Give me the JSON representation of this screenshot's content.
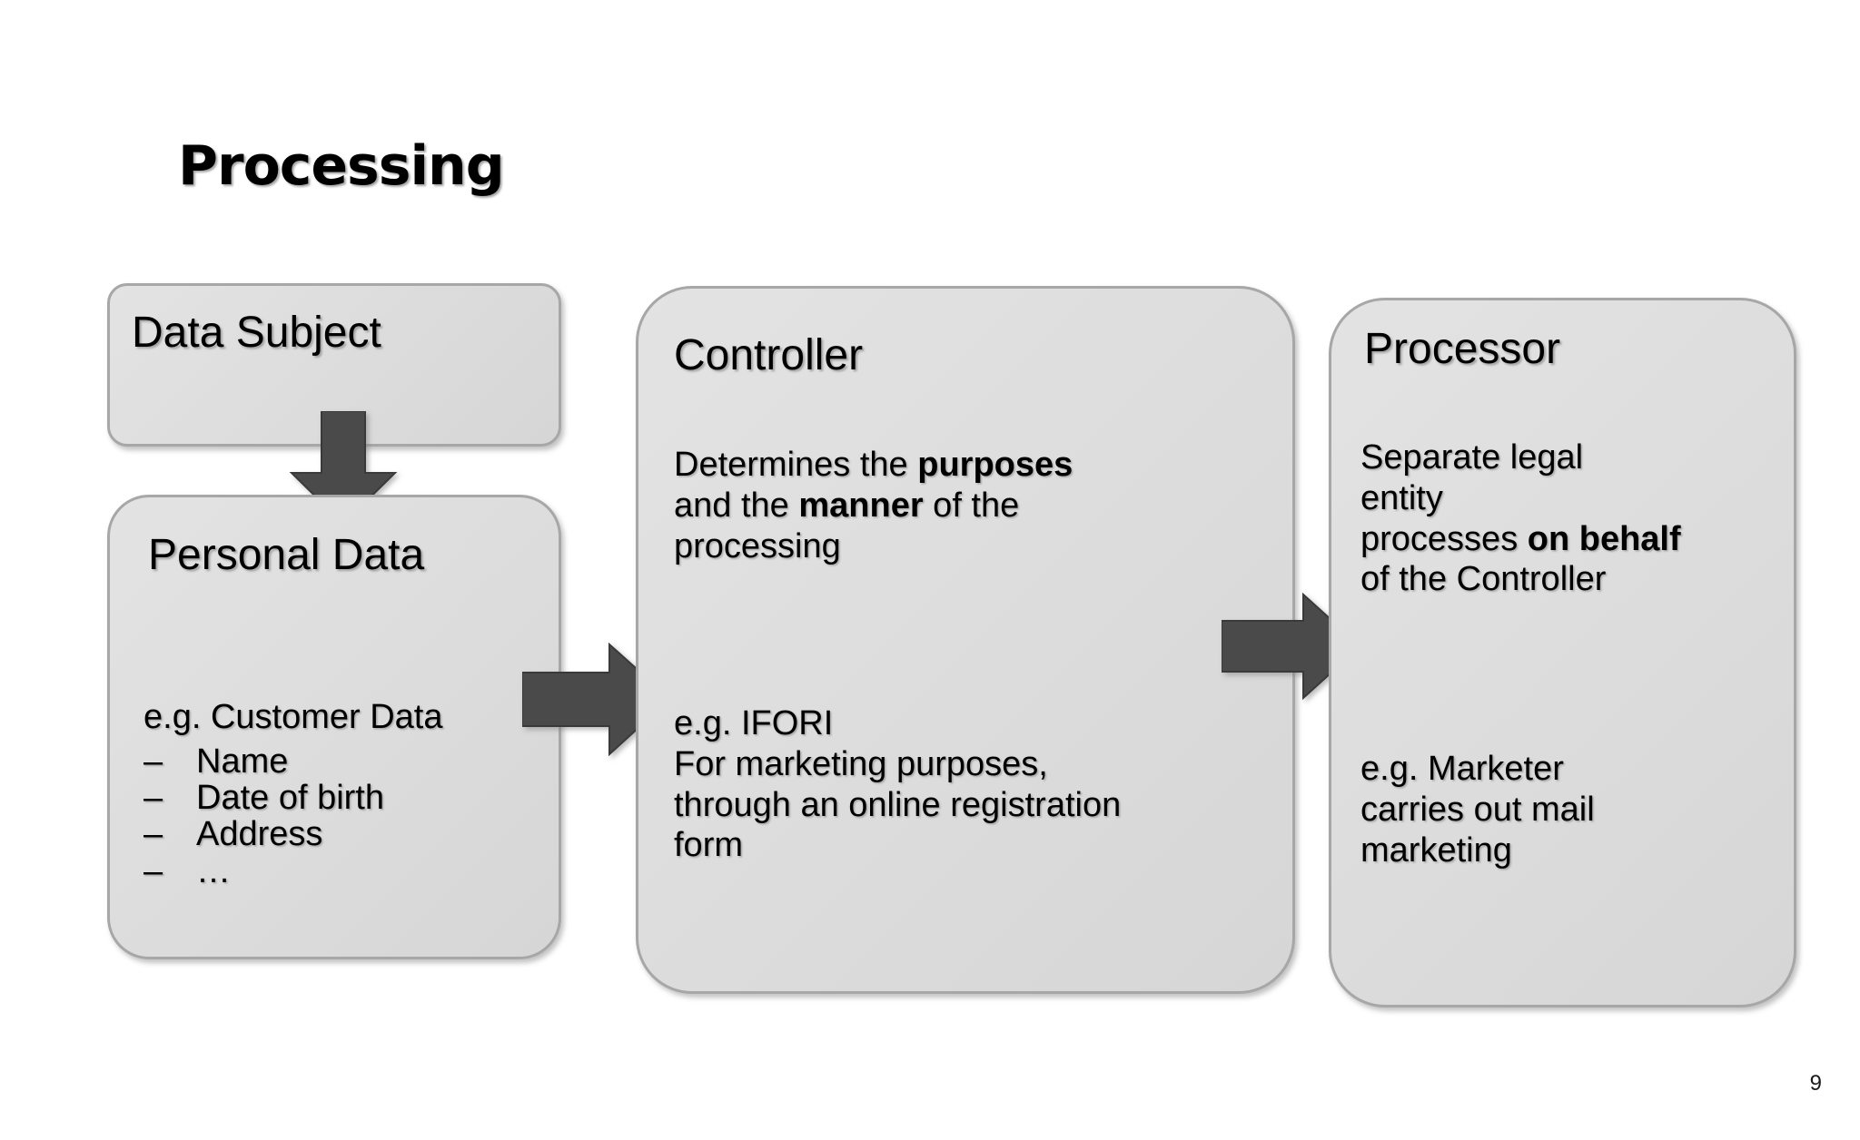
{
  "slide": {
    "title": "Processing",
    "page_number": "9",
    "background_color": "#ffffff",
    "box_fill_color": "#dddddd",
    "box_border_color": "#a7a7a7",
    "arrow_color": "#4a4a4a",
    "text_color": "#000000"
  },
  "boxes": {
    "data_subject": {
      "heading": "Data Subject"
    },
    "personal_data": {
      "heading": "Personal Data",
      "example_label": "e.g. Customer Data",
      "bullet_marker": "–",
      "bullets": [
        "Name",
        "Date of birth",
        "Address",
        "…"
      ]
    },
    "controller": {
      "heading": "Controller",
      "definition": {
        "line1_pre": "Determines the ",
        "line1_bold": "purposes",
        "line2_pre": "and the ",
        "line2_bold": "manner",
        "line2_post": " of the",
        "line3": "processing"
      },
      "example": {
        "line1": "e.g. IFORI",
        "line2": "For marketing purposes,",
        "line3": "through an online registration",
        "line4": "form"
      }
    },
    "processor": {
      "heading": "Processor",
      "definition": {
        "line1": "Separate legal",
        "line2": "entity",
        "line3_pre": "processes ",
        "line3_bold": "on behalf",
        "line4": "of the Controller"
      },
      "example": {
        "line1": "e.g. Marketer",
        "line2": "carries out mail",
        "line3": "marketing"
      }
    }
  },
  "arrows": {
    "data_subject_to_personal_data": "down-arrow",
    "personal_data_to_controller": "right-arrow",
    "controller_to_processor": "right-arrow"
  }
}
